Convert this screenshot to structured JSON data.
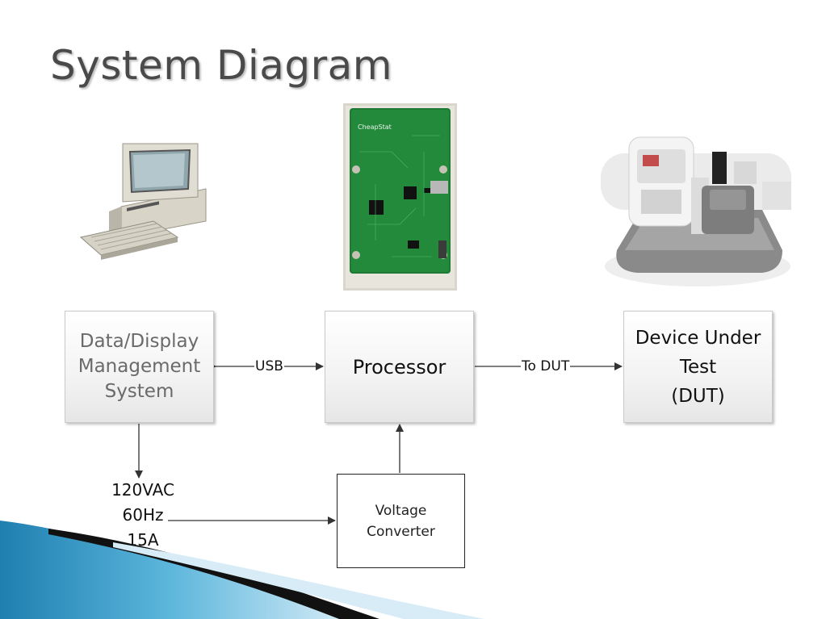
{
  "slide": {
    "title": "System Diagram"
  },
  "diagram": {
    "nodes": {
      "data_display": "Data/Display\nManagement\nSystem",
      "processor": "Processor",
      "dut": "Device Under\nTest\n(DUT)",
      "voltage_converter": "Voltage\nConverter",
      "power_source": "120VAC\n60Hz\n15A"
    },
    "edges": {
      "usb": "USB",
      "to_dut": "To DUT"
    }
  },
  "images": {
    "computer": "retro-desktop-computer",
    "board": "cheapstat-circuit-board",
    "device": "pool-chlorinator-device"
  },
  "board_silkscreen": "CheapStat"
}
